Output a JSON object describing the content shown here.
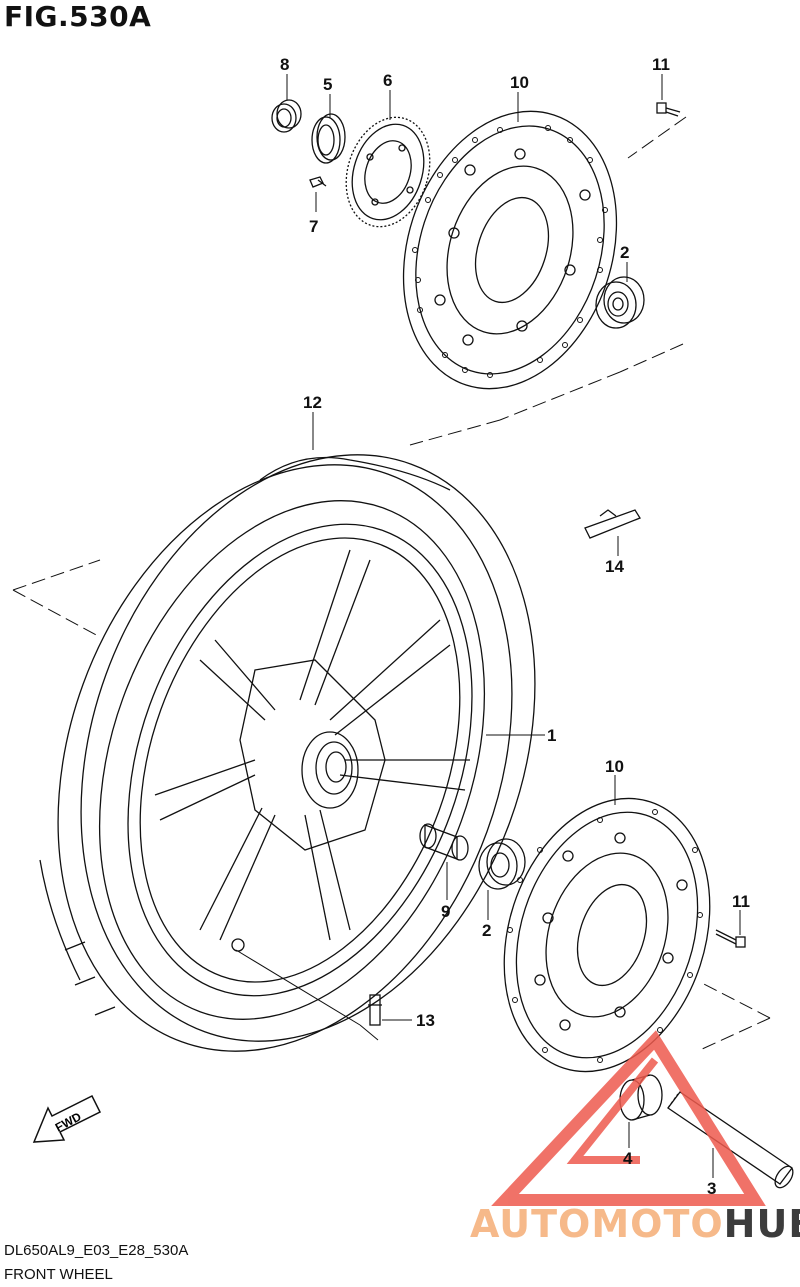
{
  "figure_title": "FIG.530A",
  "footer": {
    "code": "DL650AL9_E03_E28_530A",
    "name": "FRONT WHEEL"
  },
  "fwd_label": "FWD",
  "watermark": {
    "part1": "AUTOMOTO",
    "part2": "HUB"
  },
  "callouts": [
    "1",
    "2",
    "2",
    "3",
    "4",
    "5",
    "6",
    "7",
    "8",
    "9",
    "10",
    "10",
    "11",
    "11",
    "12",
    "13",
    "14"
  ],
  "colors": {
    "line": "#111111",
    "watermark_red": "#ee5a4e",
    "watermark_orange": "#f6b98a"
  }
}
